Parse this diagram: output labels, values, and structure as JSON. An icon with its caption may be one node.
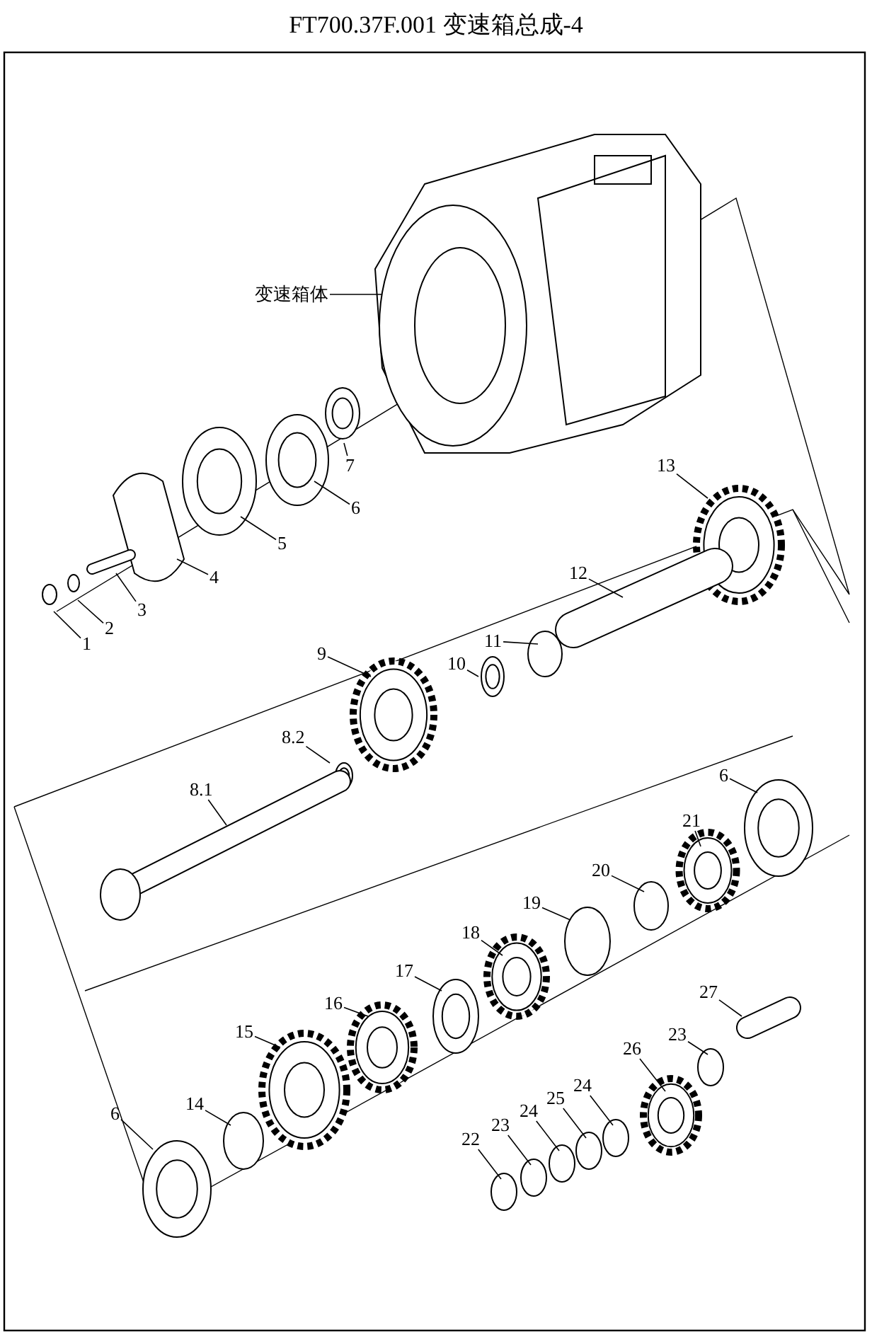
{
  "diagram": {
    "title": "FT700.37F.001 变速箱总成-4",
    "nodes": [
      {
        "text": [
          "变速箱体"
        ]
      },
      {
        "text": [
          "7"
        ]
      },
      {
        "text": [
          "6"
        ]
      },
      {
        "text": [
          "5"
        ]
      },
      {
        "text": [
          "4"
        ]
      },
      {
        "text": [
          "3"
        ]
      },
      {
        "text": [
          "2"
        ]
      },
      {
        "text": [
          "1"
        ]
      },
      {
        "text": [
          "13"
        ]
      },
      {
        "text": [
          "12"
        ]
      },
      {
        "text": [
          "11"
        ]
      },
      {
        "text": [
          "10"
        ]
      },
      {
        "text": [
          "9"
        ]
      },
      {
        "text": [
          "8.2"
        ]
      },
      {
        "text": [
          "8.1"
        ]
      },
      {
        "text": [
          "6"
        ]
      },
      {
        "text": [
          "21"
        ]
      },
      {
        "text": [
          "20"
        ]
      },
      {
        "text": [
          "19"
        ]
      },
      {
        "text": [
          "18"
        ]
      },
      {
        "text": [
          "17"
        ]
      },
      {
        "text": [
          "16"
        ]
      },
      {
        "text": [
          "15"
        ]
      },
      {
        "text": [
          "27"
        ]
      },
      {
        "text": [
          "23"
        ]
      },
      {
        "text": [
          "26"
        ]
      },
      {
        "text": [
          "24"
        ]
      },
      {
        "text": [
          "25"
        ]
      },
      {
        "text": [
          "24"
        ]
      },
      {
        "text": [
          "23"
        ]
      },
      {
        "text": [
          "22"
        ]
      },
      {
        "text": [
          "14"
        ]
      },
      {
        "text": [
          "6"
        ]
      }
    ],
    "edges": [
      {
        "from": 0,
        "to": null,
        "arrow": "none"
      },
      {
        "from": 1,
        "to": null,
        "arrow": "none"
      },
      {
        "from": 2,
        "to": null,
        "arrow": "none"
      },
      {
        "from": 3,
        "to": null,
        "arrow": "none"
      },
      {
        "from": 4,
        "to": null,
        "arrow": "none"
      },
      {
        "from": 5,
        "to": null,
        "arrow": "none"
      },
      {
        "from": 6,
        "to": null,
        "arrow": "none"
      },
      {
        "from": 7,
        "to": null,
        "arrow": "none"
      },
      {
        "from": 8,
        "to": null,
        "arrow": "none"
      },
      {
        "from": 9,
        "to": null,
        "arrow": "none"
      },
      {
        "from": 10,
        "to": null,
        "arrow": "none"
      },
      {
        "from": 11,
        "to": null,
        "arrow": "none"
      },
      {
        "from": 12,
        "to": null,
        "arrow": "none"
      },
      {
        "from": 13,
        "to": null,
        "arrow": "none"
      },
      {
        "from": 14,
        "to": null,
        "arrow": "none"
      },
      {
        "from": 15,
        "to": null,
        "arrow": "none"
      },
      {
        "from": 16,
        "to": null,
        "arrow": "none"
      },
      {
        "from": 17,
        "to": null,
        "arrow": "none"
      },
      {
        "from": 18,
        "to": null,
        "arrow": "none"
      },
      {
        "from": 19,
        "to": null,
        "arrow": "none"
      },
      {
        "from": 20,
        "to": null,
        "arrow": "none"
      },
      {
        "from": 21,
        "to": null,
        "arrow": "none"
      },
      {
        "from": 22,
        "to": null,
        "arrow": "none"
      },
      {
        "from": 23,
        "to": null,
        "arrow": "none"
      },
      {
        "from": 24,
        "to": null,
        "arrow": "none"
      },
      {
        "from": 25,
        "to": null,
        "arrow": "none"
      },
      {
        "from": 26,
        "to": null,
        "arrow": "none"
      },
      {
        "from": 27,
        "to": null,
        "arrow": "none"
      },
      {
        "from": 28,
        "to": null,
        "arrow": "none"
      },
      {
        "from": 29,
        "to": null,
        "arrow": "none"
      },
      {
        "from": 30,
        "to": null,
        "arrow": "none"
      },
      {
        "from": 31,
        "to": null,
        "arrow": "none"
      },
      {
        "from": 32,
        "to": null,
        "arrow": "none"
      }
    ]
  }
}
